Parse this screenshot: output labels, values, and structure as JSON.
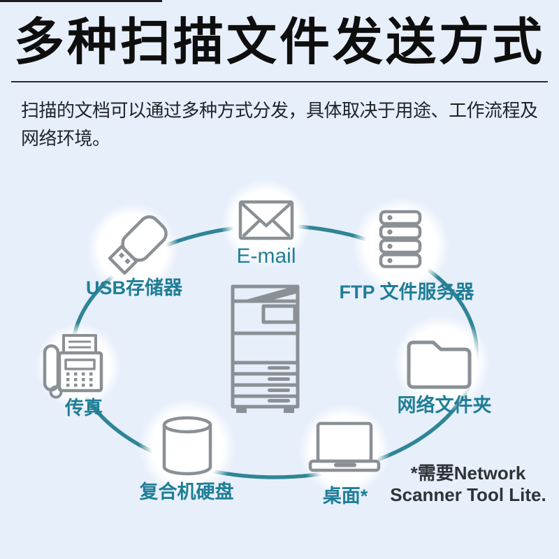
{
  "page": {
    "title": "多种扫描文件发送方式",
    "description": {
      "line1": "扫描的文档可以通过多种方式分发，具体取决于用途、工作流程及",
      "line2": "网络环境。"
    }
  },
  "colors": {
    "background": "#e7effb",
    "ellipse_teal": "#2f8596",
    "label_teal": "#1f7e96",
    "icon_gray": "#8a9095",
    "text_dark": "#20242a",
    "footnote_dark": "#2f3338"
  },
  "diagram": {
    "center_icon": "copier-icon",
    "nodes": [
      {
        "icon": "envelope-icon",
        "label": "E-mail"
      },
      {
        "icon": "usb-drive-icon",
        "label": "USB存储器"
      },
      {
        "icon": "server-icon",
        "label": "FTP 文件服务器"
      },
      {
        "icon": "fax-icon",
        "label": "传真"
      },
      {
        "icon": "folder-icon",
        "label": "网络文件夹"
      },
      {
        "icon": "cylinder-disk-icon",
        "label": "复合机硬盘"
      },
      {
        "icon": "laptop-icon",
        "label": "桌面*"
      }
    ],
    "footnote": {
      "line1": "*需要Network",
      "line2": "Scanner Tool Lite."
    }
  }
}
